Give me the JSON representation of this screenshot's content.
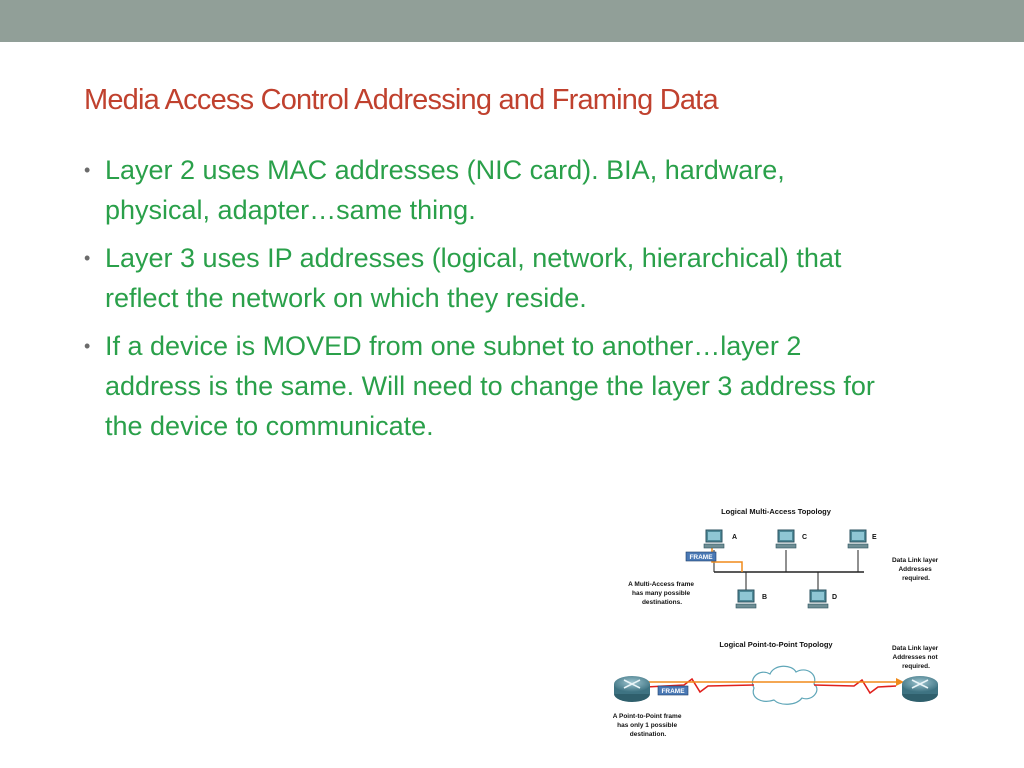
{
  "slide": {
    "title": "Media Access Control Addressing and Framing Data",
    "bullet_glyph": "•",
    "bullets": [
      "Layer 2 uses MAC addresses (NIC card).  BIA, hardware, physical, adapter…same thing.",
      "Layer 3 uses IP addresses (logical, network, hierarchical) that reflect the network on which they reside.",
      "If a device is MOVED from one subnet to another…layer 2 address is the same.  Will need to change the layer 3 address for the device to communicate."
    ]
  },
  "colors": {
    "top_bar": "#919f98",
    "title": "#c0412e",
    "bullet_text": "#2aa04a",
    "frame_badge": "#4a79b5",
    "path_line": "#f08a1a",
    "serial_link": "#e0201c"
  },
  "diagram": {
    "multi_access": {
      "title": "Logical Multi-Access Topology",
      "hosts": [
        "A",
        "C",
        "E",
        "B",
        "D"
      ],
      "frame_label": "FRAME",
      "note_right": [
        "Data Link layer",
        "Addresses",
        "required."
      ],
      "note_left": [
        "A Multi-Access frame",
        "has many possible",
        "destinations."
      ]
    },
    "point_to_point": {
      "title": "Logical Point-to-Point Topology",
      "frame_label": "FRAME",
      "note_right": [
        "Data Link layer",
        "Addresses not",
        "required."
      ],
      "note_left": [
        "A Point-to-Point frame",
        "has only 1 possible",
        "destination."
      ]
    }
  }
}
